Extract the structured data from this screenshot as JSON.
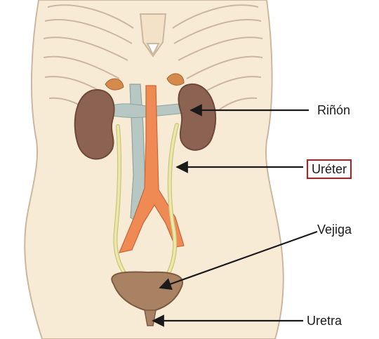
{
  "labels": {
    "kidney": "Riñón",
    "ureter": "Uréter",
    "bladder": "Vejiga",
    "urethra": "Uretra"
  },
  "highlighted_label": "ureter",
  "colors": {
    "skin": "#f8ebd6",
    "skin_outline": "#cbb79f",
    "kidney": "#8c6353",
    "kidney_dark": "#6e4838",
    "adrenal": "#d58a4a",
    "aorta": "#ef8a55",
    "vena_cava": "#b6c7c4",
    "ureter": "#ece8a8",
    "bladder": "#a88262",
    "highlight_box": "#c0181b",
    "arrow": "#1a1a1a"
  }
}
